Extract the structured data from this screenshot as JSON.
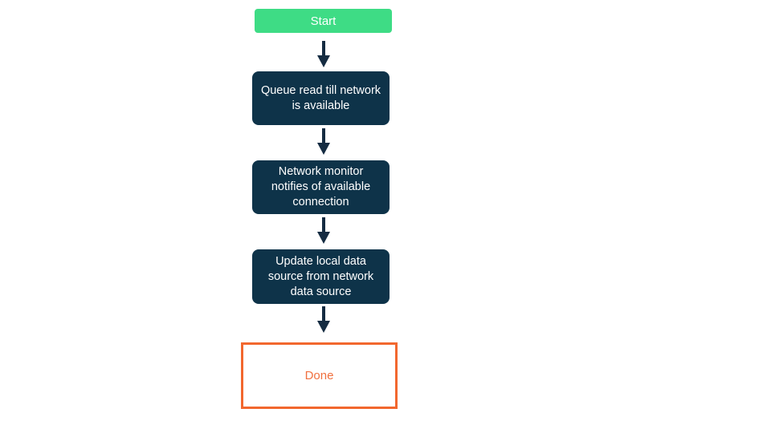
{
  "theme": {
    "canvas-bg": "#ffffff",
    "start-bg": "#3edc85",
    "process-bg": "#0e3349",
    "node-text": "#ffffff",
    "end-bg": "#ffffff",
    "end-border": "#f2672e",
    "end-text": "#f0703f",
    "arrow": "#152c42"
  },
  "flowchart": {
    "nodes": [
      {
        "id": "start",
        "type": "start",
        "label": "Start"
      },
      {
        "id": "queue-read",
        "type": "process",
        "label": "Queue read till network is available"
      },
      {
        "id": "network-monitor",
        "type": "process",
        "label": "Network monitor notifies of available connection"
      },
      {
        "id": "update-local-data",
        "type": "process",
        "label": "Update local data source from network data source"
      },
      {
        "id": "done",
        "type": "end",
        "label": "Done"
      }
    ],
    "connections": [
      {
        "from": "start",
        "to": "queue-read"
      },
      {
        "from": "queue-read",
        "to": "network-monitor"
      },
      {
        "from": "network-monitor",
        "to": "update-local-data"
      },
      {
        "from": "update-local-data",
        "to": "done"
      }
    ]
  }
}
